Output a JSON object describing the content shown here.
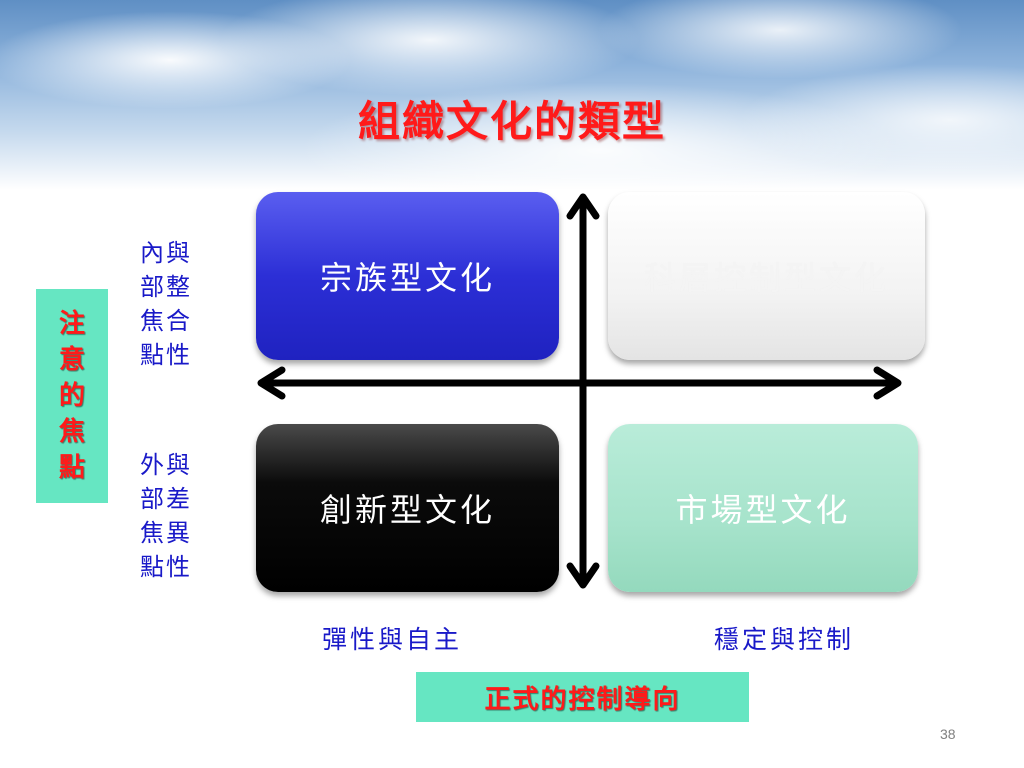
{
  "slide": {
    "title": "組織文化的類型",
    "focus_label": [
      "注",
      "意",
      "的",
      "焦",
      "點"
    ],
    "internal_focus": [
      "內與",
      "部整",
      "焦合",
      "點性"
    ],
    "external_focus": [
      "外與",
      "部差",
      "焦異",
      "點性"
    ],
    "quadrants": {
      "top_left": "宗族型文化",
      "top_right": "科層控制型文化",
      "bottom_left": "創新型文化",
      "bottom_right": "市場型文化"
    },
    "bottom_left_label": "彈性與自主",
    "bottom_right_label": "穩定與控制",
    "control_orientation": "正式的控制導向",
    "page_number": "38"
  },
  "colors": {
    "title": "#ff1a1a",
    "label_blue": "#1919c8",
    "highlight_box": "#66e6c2"
  }
}
